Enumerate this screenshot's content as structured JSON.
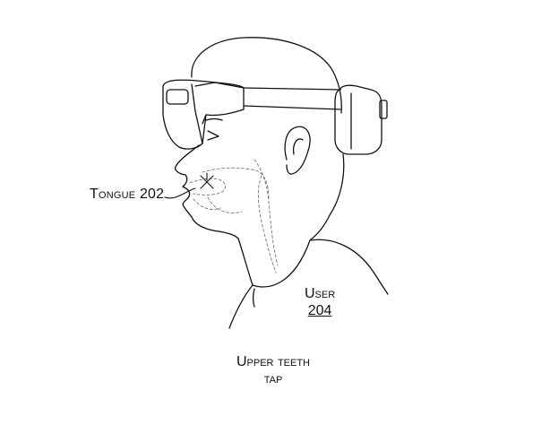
{
  "labels": {
    "tongue": "Tongue 202",
    "user_name": "User",
    "user_number": "204",
    "caption_line1": "Upper teeth",
    "caption_line2": "tap"
  },
  "colors": {
    "line": "#111111",
    "hidden_line": "#777777",
    "background": "#ffffff"
  }
}
